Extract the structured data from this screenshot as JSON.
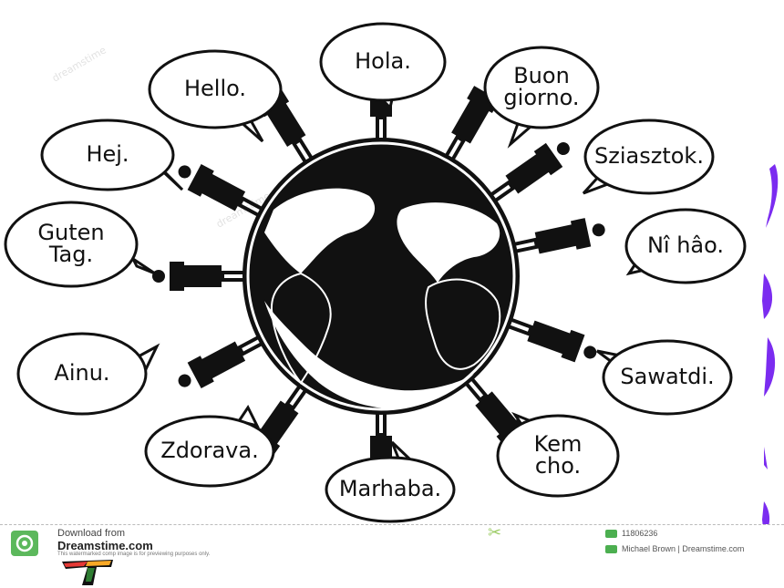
{
  "greetings": [
    {
      "id": "hola",
      "lines": [
        "Hola."
      ]
    },
    {
      "id": "buon-giorno",
      "lines": [
        "Buon",
        "giorno."
      ]
    },
    {
      "id": "sziasztok",
      "lines": [
        "Sziasztok."
      ]
    },
    {
      "id": "ni-hao",
      "lines": [
        "Nî hâo."
      ]
    },
    {
      "id": "sawatdi",
      "lines": [
        "Sawatdi."
      ]
    },
    {
      "id": "kem-cho",
      "lines": [
        "Kem",
        "cho."
      ]
    },
    {
      "id": "marhaba",
      "lines": [
        "Marhaba."
      ]
    },
    {
      "id": "zdorava",
      "lines": [
        "Zdorava."
      ]
    },
    {
      "id": "ainu",
      "lines": [
        "Ainu."
      ]
    },
    {
      "id": "guten-tag",
      "lines": [
        "Guten",
        "Tag."
      ]
    },
    {
      "id": "hej",
      "lines": [
        "Hej."
      ]
    },
    {
      "id": "hello",
      "lines": [
        "Hello."
      ]
    }
  ],
  "footer": {
    "download_from": "Download from",
    "site": "Dreamstime.com",
    "notice": "This watermarked comp image is for previewing purposes only.",
    "image_id": "11806236",
    "credit": "Michael Brown | Dreamstime.com"
  },
  "colors": {
    "ink": "#111111",
    "accent_green": "#4caf50",
    "purple_marks": "#7b2cf0"
  },
  "icons": {
    "footer_logo": "dreamstime-swirl-icon",
    "scissors": "scissors-icon",
    "bottom_logo": "colored-t-logo-icon"
  }
}
